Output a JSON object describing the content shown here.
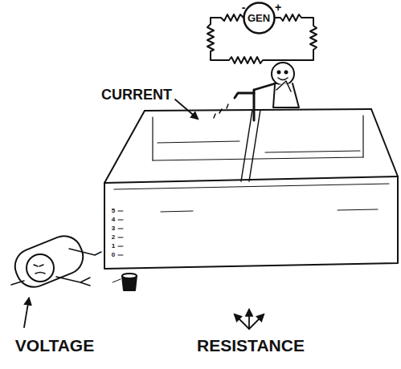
{
  "diagram": {
    "nodes": [
      {
        "text": [
          "GEN"
        ]
      }
    ],
    "labels": [
      "-",
      "+",
      "CURRENT",
      "5",
      "4",
      "3",
      "2",
      "1",
      "0",
      "VOLTAGE",
      "RESISTANCE"
    ]
  }
}
